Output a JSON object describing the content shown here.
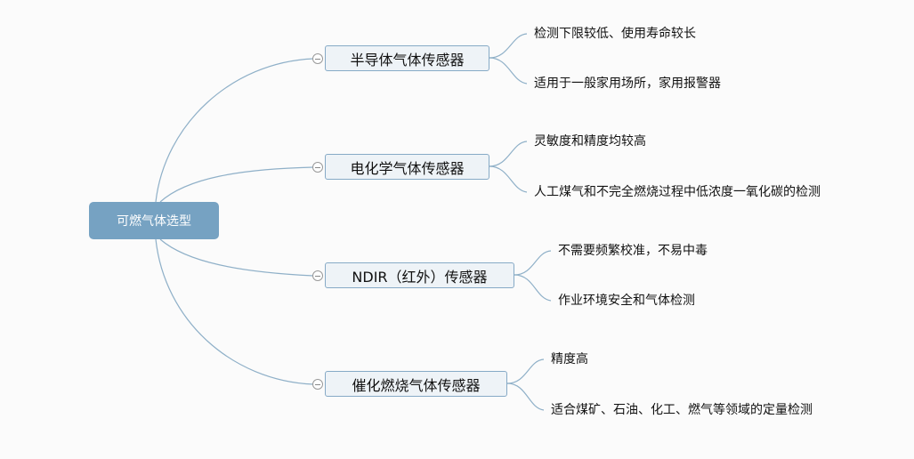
{
  "root": {
    "label": "可燃气体选型"
  },
  "branches": [
    {
      "label": "半导体气体传感器",
      "leaves": [
        "检测下限较低、使用寿命较长",
        "适用于一般家用场所，家用报警器"
      ]
    },
    {
      "label": "电化学气体传感器",
      "leaves": [
        "灵敏度和精度均较高",
        "人工煤气和不完全燃烧过程中低浓度一氧化碳的检测"
      ]
    },
    {
      "label": "NDIR（红外）传感器",
      "leaves": [
        "不需要频繁校准，不易中毒",
        "作业环境安全和气体检测"
      ]
    },
    {
      "label": "催化燃烧气体传感器",
      "leaves": [
        "精度高",
        "适合煤矿、石油、化工、燃气等领域的定量检测"
      ]
    }
  ],
  "colors": {
    "root": "#76a2c2",
    "branch_fill": "#eef3f7",
    "line": "#8fb0c8"
  }
}
